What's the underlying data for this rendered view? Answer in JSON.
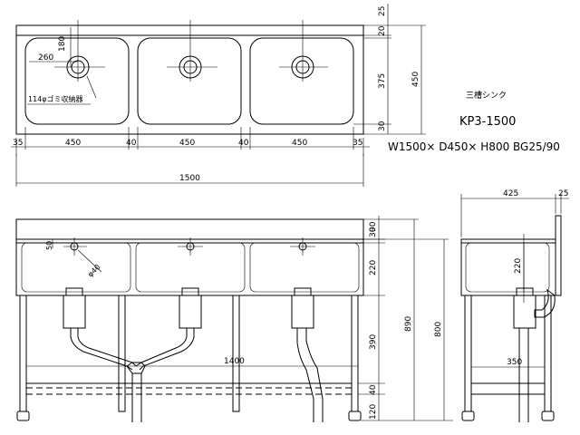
{
  "title": {
    "name": "三槽シンク",
    "model": "KP3-1500",
    "spec": "W1500× D450× H800 BG25/90"
  },
  "top_view": {
    "dims_top": [
      "35",
      "450",
      "40",
      "450",
      "40",
      "450",
      "35"
    ],
    "overall_width": "1500",
    "dims_right": [
      "25",
      "20",
      "375",
      "30"
    ],
    "overall_depth": "450",
    "drain_x": "260",
    "drain_y": "180",
    "drain_label": "114φゴミ収納器"
  },
  "front_view": {
    "dims_right": [
      "30",
      "90",
      "220",
      "390",
      "40",
      "120"
    ],
    "overall_height": "890",
    "height_800": "800",
    "leg_span": "1400",
    "hole_dim": "50",
    "hole_dia": "φ40"
  },
  "side_view": {
    "depth": "425",
    "bg": "25",
    "bowl_depth": "220",
    "leg_span": "350"
  }
}
